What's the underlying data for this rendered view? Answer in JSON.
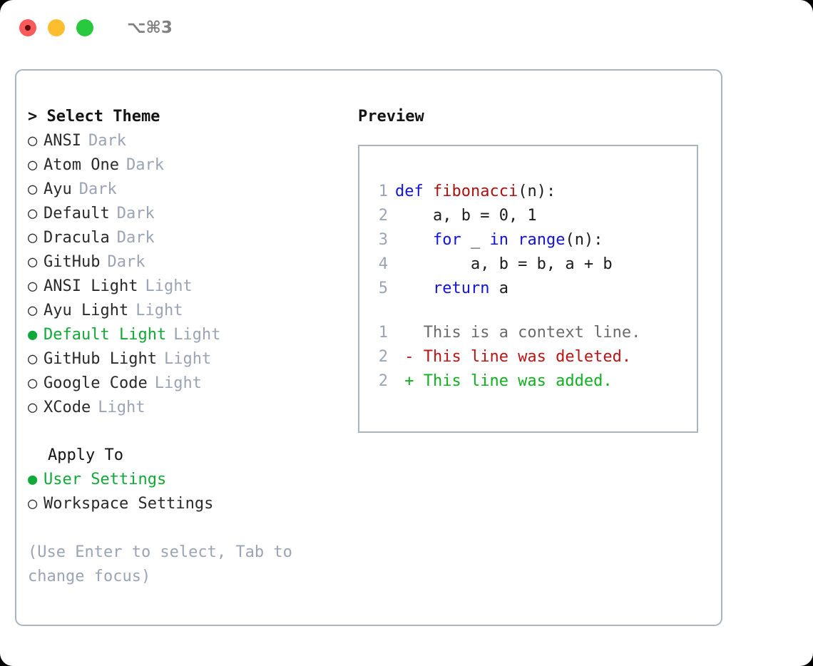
{
  "window": {
    "title": "⌥⌘3",
    "traffic_lights": [
      {
        "name": "close-button",
        "color": "#fb5a5a"
      },
      {
        "name": "minimize-button",
        "color": "#fcbd2e"
      },
      {
        "name": "maximize-button",
        "color": "#28c93f"
      }
    ]
  },
  "colors": {
    "accent_green": "#10a838",
    "panel_border": "#a8b3c4",
    "muted_text": "#9aa4b5",
    "keyword_blue": "#1212e0",
    "function_red": "#ab1010",
    "diff_delete": "#bb1414",
    "diff_add": "#10b020"
  },
  "theme_list": {
    "header": "> Select Theme",
    "marker_selected": "●",
    "marker_unselected": "○",
    "items": [
      {
        "name": "ANSI",
        "tag": "Dark",
        "selected": false
      },
      {
        "name": "Atom One",
        "tag": "Dark",
        "selected": false
      },
      {
        "name": "Ayu",
        "tag": "Dark",
        "selected": false
      },
      {
        "name": "Default",
        "tag": "Dark",
        "selected": false
      },
      {
        "name": "Dracula",
        "tag": "Dark",
        "selected": false
      },
      {
        "name": "GitHub",
        "tag": "Dark",
        "selected": false
      },
      {
        "name": "ANSI Light",
        "tag": "Light",
        "selected": false
      },
      {
        "name": "Ayu Light",
        "tag": "Light",
        "selected": false
      },
      {
        "name": "Default Light",
        "tag": "Light",
        "selected": true
      },
      {
        "name": "GitHub Light",
        "tag": "Light",
        "selected": false
      },
      {
        "name": "Google Code",
        "tag": "Light",
        "selected": false
      },
      {
        "name": "XCode",
        "tag": "Light",
        "selected": false
      }
    ]
  },
  "apply_to": {
    "label": "Apply To",
    "options": [
      {
        "name": "User Settings",
        "selected": true
      },
      {
        "name": "Workspace Settings",
        "selected": false
      }
    ]
  },
  "hint": "(Use Enter to select, Tab to change focus)",
  "preview": {
    "title": "Preview",
    "code_lines": [
      {
        "no": "1",
        "tokens": [
          {
            "t": "def ",
            "k": "kw"
          },
          {
            "t": "fibonacci",
            "k": "fn"
          },
          {
            "t": "(n):",
            "k": "plain"
          }
        ]
      },
      {
        "no": "2",
        "tokens": [
          {
            "t": "    a, b = 0, 1",
            "k": "plain"
          }
        ]
      },
      {
        "no": "3",
        "tokens": [
          {
            "t": "    ",
            "k": "plain"
          },
          {
            "t": "for",
            "k": "kw"
          },
          {
            "t": " _ ",
            "k": "plain"
          },
          {
            "t": "in",
            "k": "kw"
          },
          {
            "t": " ",
            "k": "plain"
          },
          {
            "t": "range",
            "k": "kw"
          },
          {
            "t": "(n):",
            "k": "plain"
          }
        ]
      },
      {
        "no": "4",
        "tokens": [
          {
            "t": "        a, b = b, a + b",
            "k": "plain"
          }
        ]
      },
      {
        "no": "5",
        "tokens": [
          {
            "t": "    ",
            "k": "plain"
          },
          {
            "t": "return",
            "k": "kw"
          },
          {
            "t": " a",
            "k": "plain"
          }
        ]
      }
    ],
    "diff_lines": [
      {
        "no": "1",
        "sign": " ",
        "text": " This is a context line.",
        "kind": "context"
      },
      {
        "no": "2",
        "sign": "-",
        "text": " This line was deleted.",
        "kind": "delete"
      },
      {
        "no": "2",
        "sign": "+",
        "text": " This line was added.",
        "kind": "add"
      }
    ]
  }
}
